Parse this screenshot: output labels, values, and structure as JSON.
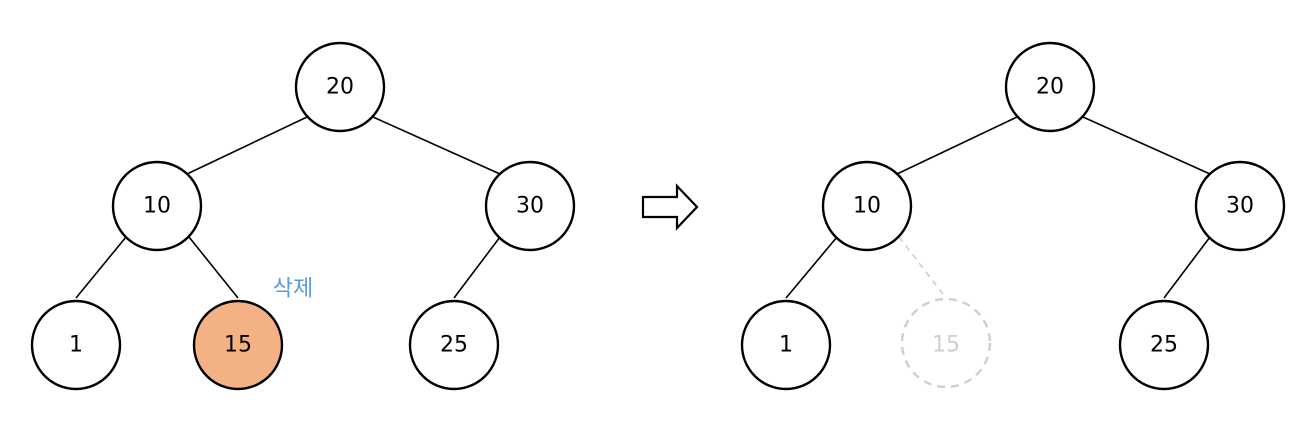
{
  "before_tree": {
    "nodes": {
      "root": "20",
      "left": "10",
      "right": "30",
      "left_left": "1",
      "left_right": "15",
      "right_left": "25"
    },
    "deleted_node": "15",
    "delete_label": "삭제",
    "delete_color": "#f4b183",
    "label_color": "#5b9bd5"
  },
  "after_tree": {
    "nodes": {
      "root": "20",
      "left": "10",
      "right": "30",
      "left_left": "1",
      "removed": "15",
      "right_left": "25"
    },
    "removed_color": "#cfcfcf"
  },
  "transition_arrow_icon": "right-arrow-icon"
}
